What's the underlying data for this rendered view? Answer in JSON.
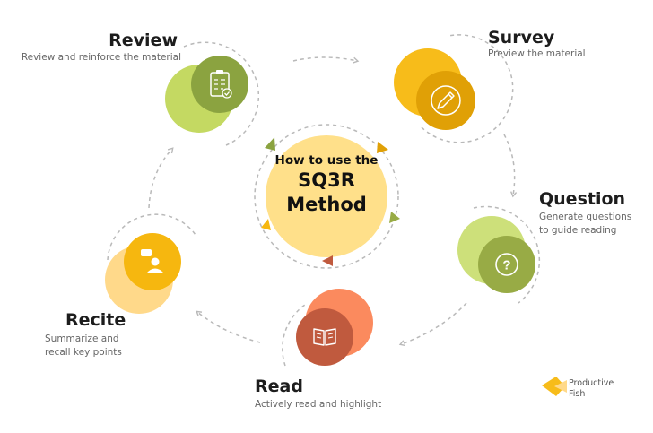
{
  "center": {
    "line1": "How to use the",
    "line2": "SQ3R",
    "line3": "Method"
  },
  "steps": [
    {
      "title": "Survey",
      "desc": [
        "Preview the material"
      ]
    },
    {
      "title": "Question",
      "desc": [
        "Generate questions",
        "to guide reading"
      ]
    },
    {
      "title": "Read",
      "desc": [
        "Actively read and highlight"
      ]
    },
    {
      "title": "Recite",
      "desc": [
        "Summarize and",
        "recall key points"
      ]
    },
    {
      "title": "Review",
      "desc": [
        "Review and reinforce the material"
      ]
    }
  ],
  "brand": {
    "line1": "Productive",
    "line2": "Fish"
  },
  "icons": {
    "survey": "pencil-icon",
    "question": "question-mark-icon",
    "read": "book-icon",
    "recite": "speaking-person-icon",
    "review": "checklist-icon"
  },
  "colors": {
    "center_fill": "#ffe08a",
    "survey_light": "#f7bc1a",
    "survey_dark": "#e0a006",
    "question_light": "#cde07a",
    "question_dark": "#98ab45",
    "read_light": "#fb8a5e",
    "read_dark": "#c05a3e",
    "recite_light": "#ffd98a",
    "recite_dark": "#f6b70f",
    "review_light": "#c4d962",
    "review_dark": "#8ba340",
    "dash": "#b9b9b9"
  }
}
